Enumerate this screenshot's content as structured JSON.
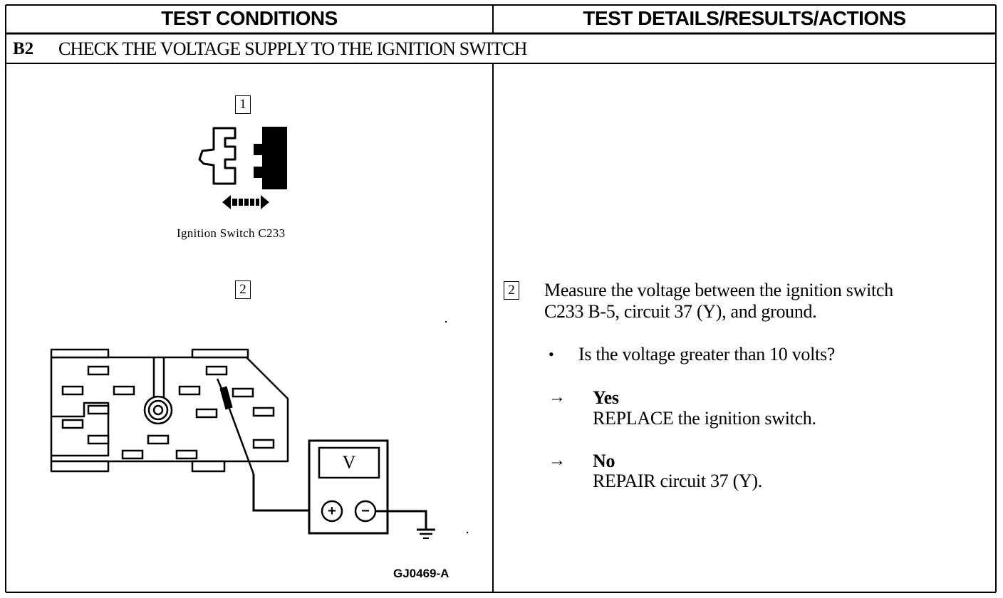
{
  "header": {
    "left": "TEST CONDITIONS",
    "right": "TEST DETAILS/RESULTS/ACTIONS"
  },
  "step": {
    "label": "B2",
    "title": "CHECK THE VOLTAGE SUPPLY TO THE IGNITION SWITCH"
  },
  "conditions": {
    "step1_num": "1",
    "connector_caption": "Ignition Switch C233",
    "step2_num": "2",
    "meter_symbol": "V",
    "plus_symbol": "+",
    "minus_symbol": "−",
    "figure_id": "GJ0469-A"
  },
  "details": {
    "step_num": "2",
    "instruction_line1": "Measure the voltage between the ignition switch",
    "instruction_line2": "C233 B-5, circuit 37 (Y), and ground.",
    "bullet": "•",
    "question": "Is the voltage greater than 10 volts?",
    "arrow": "→",
    "yes_label": "Yes",
    "yes_action": "REPLACE the ignition switch.",
    "no_label": "No",
    "no_action": "REPAIR circuit 37 (Y)."
  }
}
